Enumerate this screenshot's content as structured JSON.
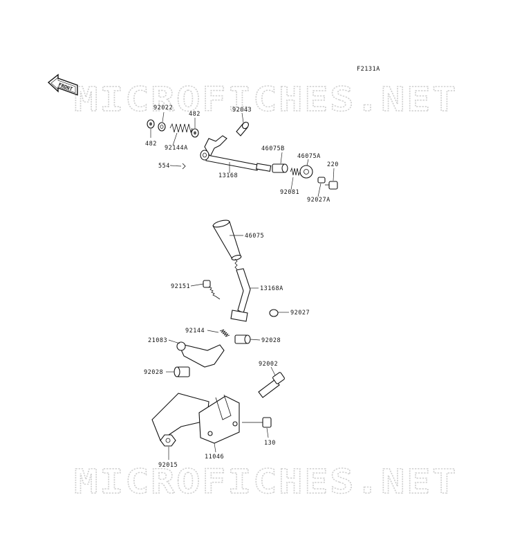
{
  "figure_code": "F2131A",
  "front_label": "FRONT",
  "watermark_text": "MICROFICHES.NET",
  "part_labels": {
    "p92022": "92022",
    "p482_top": "482",
    "p92043": "92043",
    "p482_left": "482",
    "p92144A": "92144A",
    "p46075B": "46075B",
    "p46075A": "46075A",
    "p220": "220",
    "p554": "554",
    "p13168": "13168",
    "p92081": "92081",
    "p92027A": "92027A",
    "p46075": "46075",
    "p92151": "92151",
    "p13168A": "13168A",
    "p92027": "92027",
    "p92144": "92144",
    "p21083": "21083",
    "p92028_right": "92028",
    "p92028_left": "92028",
    "p92002": "92002",
    "p130": "130",
    "p92015": "92015",
    "p11046": "11046"
  }
}
